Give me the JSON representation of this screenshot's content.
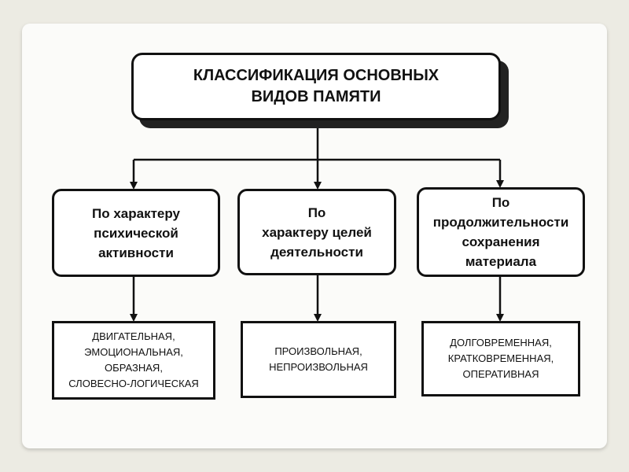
{
  "diagram": {
    "title": "КЛАССИФИКАЦИЯ ОСНОВНЫХ\nВИДОВ ПАМЯТИ",
    "categories": [
      {
        "label": "По характеру\nпсихической\nактивности",
        "types": "ДВИГАТЕЛЬНАЯ,\nЭМОЦИОНАЛЬНАЯ,\nОБРАЗНАЯ,\nСЛОВЕСНО-ЛОГИЧЕСКАЯ"
      },
      {
        "label": "По\nхарактеру целей\nдеятельности",
        "types": "ПРОИЗВОЛЬНАЯ,\nНЕПРОИЗВОЛЬНАЯ"
      },
      {
        "label": "По\nпродолжительности\nсохранения\nматериала",
        "types": "ДОЛГОВРЕМЕННАЯ,\nКРАТКОВРЕМЕННАЯ,\nОПЕРАТИВНАЯ"
      }
    ]
  }
}
